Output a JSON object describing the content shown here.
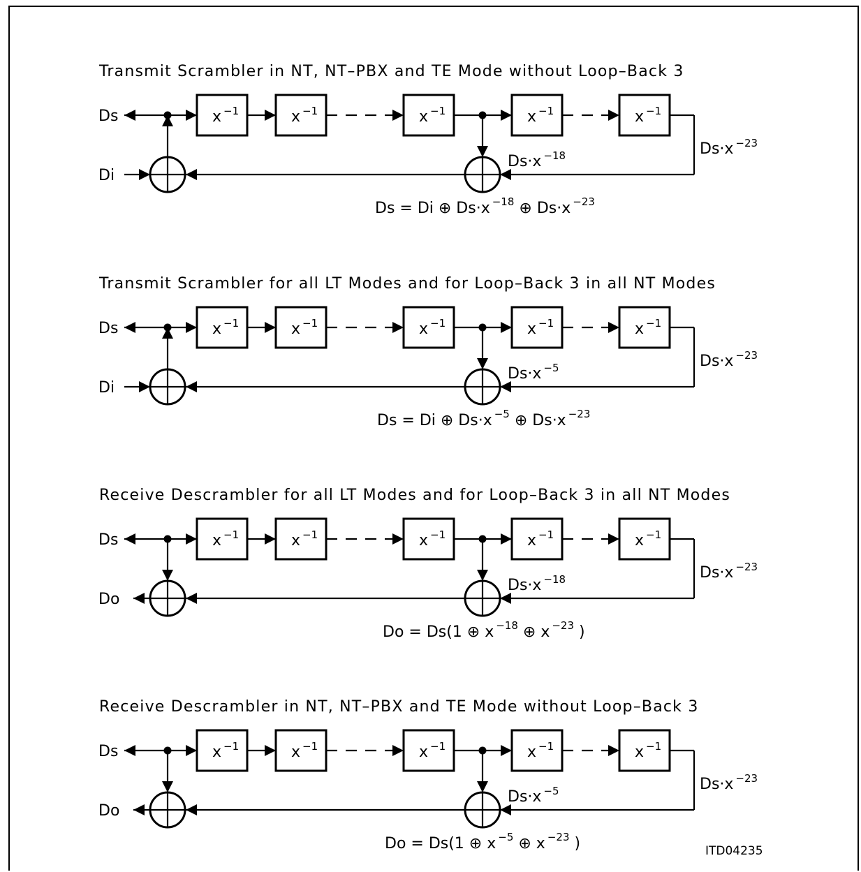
{
  "diagrams": [
    {
      "title": "Transmit Scrambler in NT, NT–PBX and TE Mode without Loop–Back 3",
      "mode": "scrambler",
      "left_top": "Ds",
      "left_bottom": "Di",
      "tap_base": "Ds·x",
      "tap_exp": "−18",
      "feedback_base": "Ds·x",
      "feedback_exp": "−23",
      "delay_label": "x",
      "delay_exp": "−1",
      "equation": [
        {
          "t": "Ds = Di ",
          "s": ""
        },
        {
          "t": "⊕",
          "s": ""
        },
        {
          "t": " Ds·x",
          "s": "−18"
        },
        {
          "t": "  ",
          "s": ""
        },
        {
          "t": "⊕",
          "s": ""
        },
        {
          "t": " Ds·x",
          "s": "−23"
        }
      ]
    },
    {
      "title": "Transmit Scrambler for all LT Modes and for Loop–Back 3 in all NT Modes",
      "mode": "scrambler",
      "left_top": "Ds",
      "left_bottom": "Di",
      "tap_base": "Ds·x",
      "tap_exp": "−5",
      "feedback_base": "Ds·x",
      "feedback_exp": "−23",
      "delay_label": "x",
      "delay_exp": "−1",
      "equation": [
        {
          "t": "Ds = Di ",
          "s": ""
        },
        {
          "t": "⊕",
          "s": ""
        },
        {
          "t": " Ds·x",
          "s": "−5"
        },
        {
          "t": "  ",
          "s": ""
        },
        {
          "t": "⊕",
          "s": ""
        },
        {
          "t": " Ds·x",
          "s": "−23"
        }
      ]
    },
    {
      "title": "Receive Descrambler for all LT Modes and for Loop–Back 3 in all NT Modes",
      "mode": "descrambler",
      "left_top": "Ds",
      "left_bottom": "Do",
      "tap_base": "Ds·x",
      "tap_exp": "−18",
      "feedback_base": "Ds·x",
      "feedback_exp": "−23",
      "delay_label": "x",
      "delay_exp": "−1",
      "equation": [
        {
          "t": "Do = Ds(1 ",
          "s": ""
        },
        {
          "t": "⊕",
          "s": ""
        },
        {
          "t": " x",
          "s": "−18"
        },
        {
          "t": "  ",
          "s": ""
        },
        {
          "t": "⊕",
          "s": ""
        },
        {
          "t": " x",
          "s": "−23"
        },
        {
          "t": ")",
          "s": ""
        }
      ]
    },
    {
      "title": "Receive Descrambler in NT, NT–PBX and TE Mode without Loop–Back 3",
      "mode": "descrambler",
      "left_top": "Ds",
      "left_bottom": "Do",
      "tap_base": "Ds·x",
      "tap_exp": "−5",
      "feedback_base": "Ds·x",
      "feedback_exp": "−23",
      "delay_label": "x",
      "delay_exp": "−1",
      "equation": [
        {
          "t": "Do = Ds(1 ",
          "s": ""
        },
        {
          "t": "⊕",
          "s": ""
        },
        {
          "t": " x",
          "s": "−5"
        },
        {
          "t": "  ",
          "s": ""
        },
        {
          "t": "⊕",
          "s": ""
        },
        {
          "t": " x",
          "s": "−23"
        },
        {
          "t": ")",
          "s": ""
        }
      ]
    }
  ],
  "figure_id": "ITD04235"
}
